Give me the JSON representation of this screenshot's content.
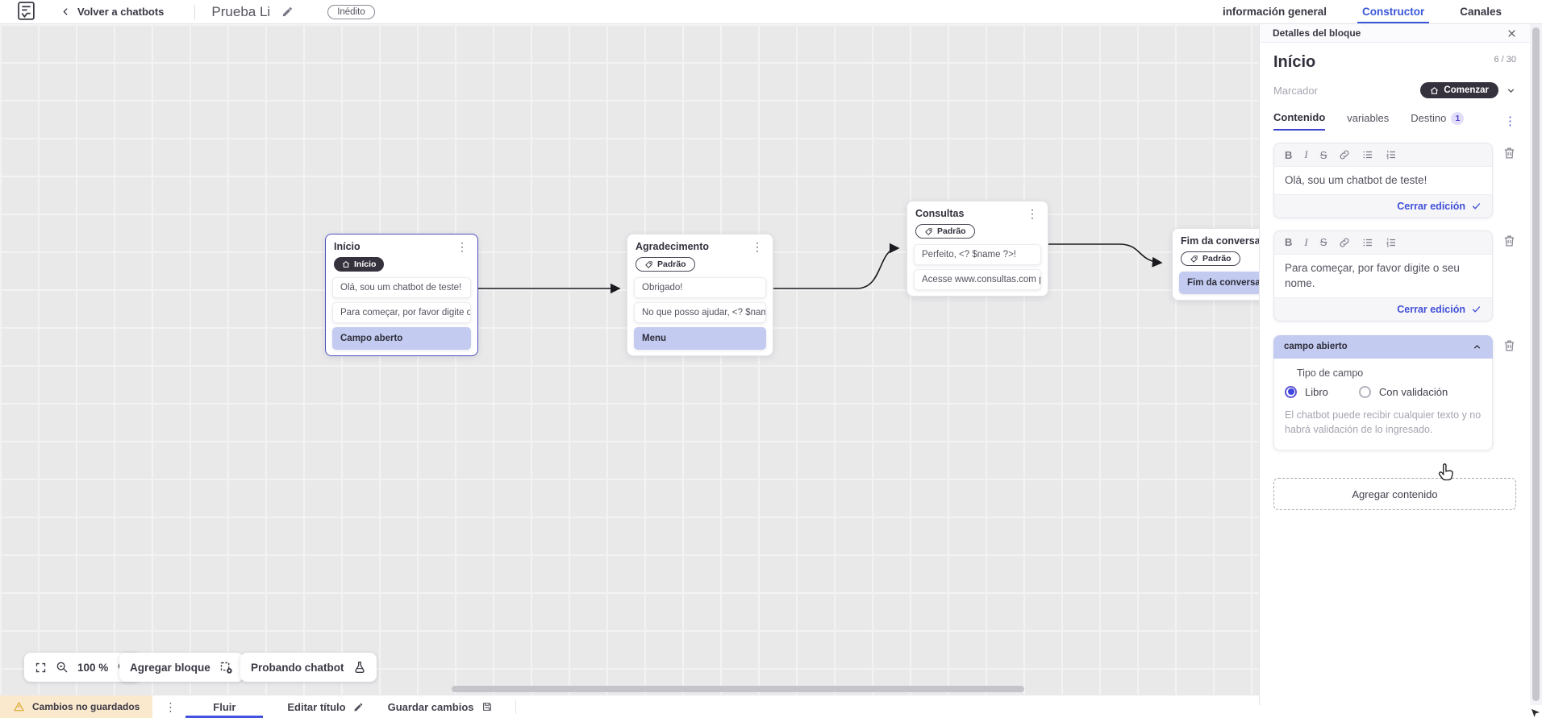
{
  "header": {
    "back_label": "Volver a chatbots",
    "bot_title": "Prueba Li",
    "status_badge": "Inédito",
    "nav_tabs": [
      {
        "label": "información general"
      },
      {
        "label": "Constructor"
      },
      {
        "label": "Canales"
      }
    ]
  },
  "panel": {
    "title": "Detalles del bloque",
    "block_name": "Início",
    "char_counter": "6 / 30",
    "marker_label": "Marcador",
    "marker_value": "Comenzar",
    "tabs": {
      "content": "Contenido",
      "variables": "variables",
      "destination": "Destino",
      "destination_badge": "1"
    },
    "toolbar": {
      "bold": "B",
      "italic": "I",
      "strike": "S"
    },
    "editors": [
      {
        "text": "Olá, sou um chatbot de teste!",
        "close_label": "Cerrar edición"
      },
      {
        "text": "Para começar, por favor digite o seu nome.",
        "close_label": "Cerrar edición"
      }
    ],
    "open_field": {
      "header": "campo abierto",
      "type_label": "Tipo de campo",
      "option_free": "Libro",
      "option_validated": "Con validación",
      "helper_text": "El chatbot puede recibir cualquier texto y no habrá validación de lo ingresado."
    },
    "add_content_label": "Agregar contenido"
  },
  "canvas": {
    "blocks": [
      {
        "title": "Início",
        "badge": "Início",
        "cards": [
          {
            "text": "Olá, sou um chatbot de teste!"
          },
          {
            "text": "Para começar, por favor digite o ..."
          },
          {
            "text": "Campo aberto"
          }
        ]
      },
      {
        "title": "Agradecimento",
        "badge": "Padrão",
        "cards": [
          {
            "text": "Obrigado!"
          },
          {
            "text": "No que posso ajudar, <? $name ..."
          },
          {
            "text": "Menu"
          }
        ]
      },
      {
        "title": "Consultas",
        "badge": "Padrão",
        "cards": [
          {
            "text": "Perfeito, <? $name ?>!"
          },
          {
            "text": "Acesse www.consultas.com par..."
          }
        ]
      },
      {
        "title": "Fim da conversa",
        "badge": "Padrão",
        "cards": [
          {
            "text": "Fim da conversa"
          }
        ]
      }
    ],
    "zoom_level": "100 %",
    "add_block_label": "Agregar bloque",
    "test_chatbot_label": "Probando chatbot"
  },
  "footer": {
    "unsaved_changes_label": "Cambios no guardados",
    "flow_tab_label": "Fluir",
    "edit_title_label": "Editar título",
    "save_changes_label": "Guardar cambios"
  },
  "colors": {
    "accent_blue": "#3a57d7",
    "indigo_link": "#4150d8",
    "lavender": "#c3cbf1",
    "dark_pill": "#35323e",
    "warning_bg": "#fbe9cd",
    "warning_icon": "#d9a62e",
    "canvas_bg": "#e9e9ea"
  }
}
